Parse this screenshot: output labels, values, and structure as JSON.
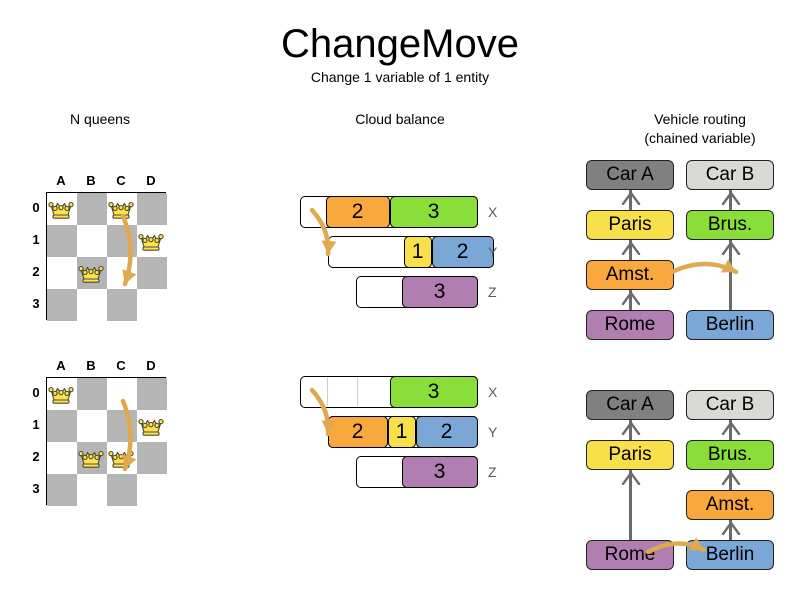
{
  "header": {
    "title": "ChangeMove",
    "subtitle": "Change 1 variable of 1 entity"
  },
  "sections": {
    "nqueens": {
      "title": "N queens"
    },
    "cloud": {
      "title": "Cloud balance"
    },
    "vrp": {
      "title_line1": "Vehicle routing",
      "title_line2": "(chained variable)"
    }
  },
  "colors": {
    "orange": "#f8a83c",
    "green": "#8ade3a",
    "yellow": "#f8e04b",
    "blue": "#7ba7d7",
    "purple": "#b07eb0",
    "gray_dark": "#808080",
    "gray_light": "#d9d9d6",
    "board_dark": "#b5b5b5",
    "board_light": "#ffffff",
    "arrow": "#e0a950",
    "queen": "#ffe14d"
  },
  "nqueens": {
    "columns": [
      "A",
      "B",
      "C",
      "D"
    ],
    "rows": [
      "0",
      "1",
      "2",
      "3"
    ],
    "before": {
      "queens": [
        {
          "col": "A",
          "row": "0"
        },
        {
          "col": "C",
          "row": "0"
        },
        {
          "col": "D",
          "row": "1"
        },
        {
          "col": "B",
          "row": "2"
        }
      ],
      "move": {
        "from_col": "C",
        "from_row": "0",
        "to_col": "C",
        "to_row": "2"
      }
    },
    "after": {
      "queens": [
        {
          "col": "A",
          "row": "0"
        },
        {
          "col": "D",
          "row": "1"
        },
        {
          "col": "B",
          "row": "2"
        },
        {
          "col": "C",
          "row": "2"
        }
      ],
      "move": {
        "from_col": "C",
        "from_row": "0",
        "to_col": "C",
        "to_row": "2"
      }
    }
  },
  "cloud": {
    "before": {
      "bars": [
        {
          "label": "X",
          "segments": [
            {
              "value": "2",
              "color": "orange"
            },
            {
              "value": "3",
              "color": "green"
            }
          ]
        },
        {
          "label": "Y",
          "segments": [
            {
              "value": "1",
              "color": "yellow"
            },
            {
              "value": "2",
              "color": "blue"
            }
          ]
        },
        {
          "label": "Z",
          "segments": [
            {
              "value": "3",
              "color": "purple"
            }
          ]
        }
      ],
      "move": {
        "from_bar": "X",
        "to_bar": "Y",
        "process": "2"
      }
    },
    "after": {
      "bars": [
        {
          "label": "X",
          "segments": [
            {
              "value": "3",
              "color": "green"
            }
          ]
        },
        {
          "label": "Y",
          "segments": [
            {
              "value": "2",
              "color": "orange"
            },
            {
              "value": "1",
              "color": "yellow"
            },
            {
              "value": "2",
              "color": "blue"
            }
          ]
        },
        {
          "label": "Z",
          "segments": [
            {
              "value": "3",
              "color": "purple"
            }
          ]
        }
      ],
      "move": {
        "from_bar": "X",
        "to_bar": "Y",
        "process": "2"
      }
    }
  },
  "vrp": {
    "before": {
      "chains": [
        {
          "vehicle": "Car A",
          "vehicle_color": "gray_dark",
          "stops": [
            {
              "name": "Paris",
              "color": "yellow"
            },
            {
              "name": "Amst.",
              "color": "orange"
            },
            {
              "name": "Rome",
              "color": "purple"
            }
          ]
        },
        {
          "vehicle": "Car B",
          "vehicle_color": "gray_light",
          "stops": [
            {
              "name": "Brus.",
              "color": "green"
            },
            {
              "name": "Berlin",
              "color": "blue"
            }
          ]
        }
      ],
      "move": {
        "entity": "Amst.",
        "from_chain": "Car A",
        "to_chain": "Car B"
      }
    },
    "after": {
      "chains": [
        {
          "vehicle": "Car A",
          "vehicle_color": "gray_dark",
          "stops": [
            {
              "name": "Paris",
              "color": "yellow"
            },
            {
              "name": "Rome",
              "color": "purple"
            }
          ]
        },
        {
          "vehicle": "Car B",
          "vehicle_color": "gray_light",
          "stops": [
            {
              "name": "Brus.",
              "color": "green"
            },
            {
              "name": "Amst.",
              "color": "orange"
            },
            {
              "name": "Berlin",
              "color": "blue"
            }
          ]
        }
      ],
      "move": {
        "entity": "Amst.",
        "from_chain": "Car A",
        "to_chain": "Car B"
      }
    }
  }
}
